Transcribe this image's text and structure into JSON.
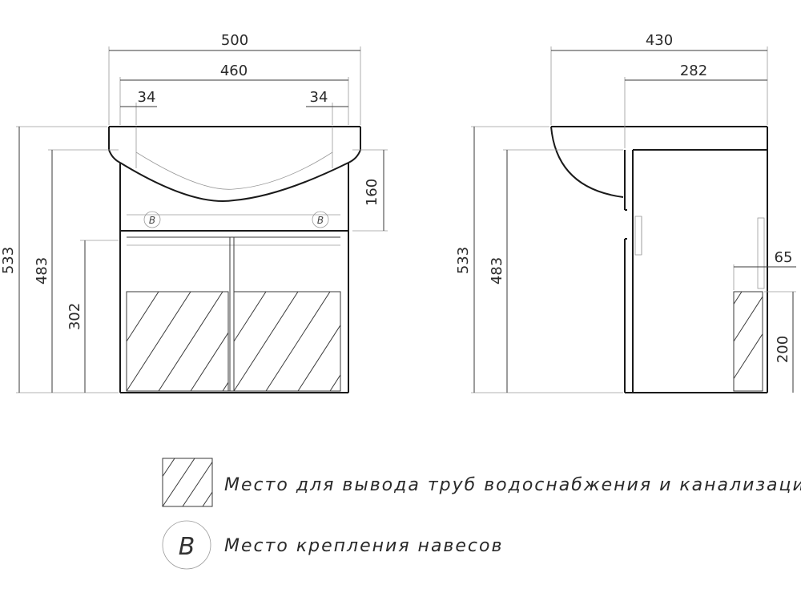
{
  "front_view": {
    "dims": {
      "total_width": "500",
      "body_width": "460",
      "left_offset": "34",
      "right_offset": "34",
      "sink_depth": "160",
      "total_height": "533",
      "body_height": "483",
      "door_height": "302"
    },
    "mount_marker": "B"
  },
  "side_view": {
    "dims": {
      "total_depth": "430",
      "body_depth": "282",
      "total_height": "533",
      "body_height": "483",
      "pipe_offset": "65",
      "pipe_zone_height": "200"
    }
  },
  "legend": {
    "pipe_zone_text": "Место для вывода труб водоснабжения и канализации",
    "mount_symbol": "B",
    "mount_text": "Место крепления навесов"
  }
}
